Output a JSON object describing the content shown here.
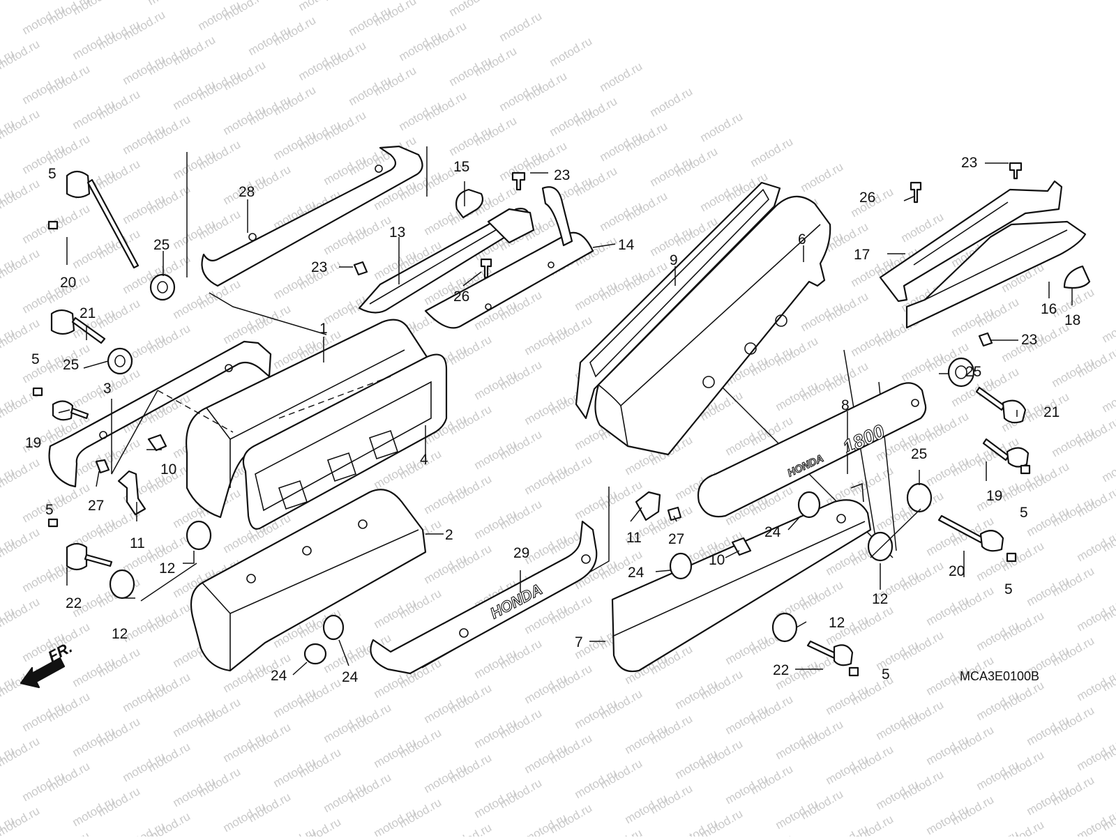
{
  "watermark": "motod.ru",
  "diagram_code": "MCA3E0100B",
  "front_arrow_label": "FR.",
  "brand_text": "HONDA",
  "model_text": "1800",
  "callouts": [
    {
      "id": "c1",
      "text": "1"
    },
    {
      "id": "c2",
      "text": "2"
    },
    {
      "id": "c3",
      "text": "3"
    },
    {
      "id": "c4",
      "text": "4"
    },
    {
      "id": "c5a",
      "text": "5"
    },
    {
      "id": "c5b",
      "text": "5"
    },
    {
      "id": "c5c",
      "text": "5"
    },
    {
      "id": "c5d",
      "text": "5"
    },
    {
      "id": "c5e",
      "text": "5"
    },
    {
      "id": "c5f",
      "text": "5"
    },
    {
      "id": "c6",
      "text": "6"
    },
    {
      "id": "c7",
      "text": "7"
    },
    {
      "id": "c8",
      "text": "8"
    },
    {
      "id": "c9",
      "text": "9"
    },
    {
      "id": "c10a",
      "text": "10"
    },
    {
      "id": "c10b",
      "text": "10"
    },
    {
      "id": "c11a",
      "text": "11"
    },
    {
      "id": "c11b",
      "text": "11"
    },
    {
      "id": "c12a",
      "text": "12"
    },
    {
      "id": "c12b",
      "text": "12"
    },
    {
      "id": "c12c",
      "text": "12"
    },
    {
      "id": "c12d",
      "text": "12"
    },
    {
      "id": "c13",
      "text": "13"
    },
    {
      "id": "c14",
      "text": "14"
    },
    {
      "id": "c15",
      "text": "15"
    },
    {
      "id": "c16",
      "text": "16"
    },
    {
      "id": "c17",
      "text": "17"
    },
    {
      "id": "c18",
      "text": "18"
    },
    {
      "id": "c19a",
      "text": "19"
    },
    {
      "id": "c19b",
      "text": "19"
    },
    {
      "id": "c20a",
      "text": "20"
    },
    {
      "id": "c20b",
      "text": "20"
    },
    {
      "id": "c21a",
      "text": "21"
    },
    {
      "id": "c21b",
      "text": "21"
    },
    {
      "id": "c22a",
      "text": "22"
    },
    {
      "id": "c22b",
      "text": "22"
    },
    {
      "id": "c23a",
      "text": "23"
    },
    {
      "id": "c23b",
      "text": "23"
    },
    {
      "id": "c23c",
      "text": "23"
    },
    {
      "id": "c23d",
      "text": "23"
    },
    {
      "id": "c24a",
      "text": "24"
    },
    {
      "id": "c24b",
      "text": "24"
    },
    {
      "id": "c24c",
      "text": "24"
    },
    {
      "id": "c24d",
      "text": "24"
    },
    {
      "id": "c25a",
      "text": "25"
    },
    {
      "id": "c25b",
      "text": "25"
    },
    {
      "id": "c25c",
      "text": "25"
    },
    {
      "id": "c25d",
      "text": "25"
    },
    {
      "id": "c26a",
      "text": "26"
    },
    {
      "id": "c26b",
      "text": "26"
    },
    {
      "id": "c27a",
      "text": "27"
    },
    {
      "id": "c27b",
      "text": "27"
    },
    {
      "id": "c28",
      "text": "28"
    },
    {
      "id": "c29",
      "text": "29"
    }
  ]
}
